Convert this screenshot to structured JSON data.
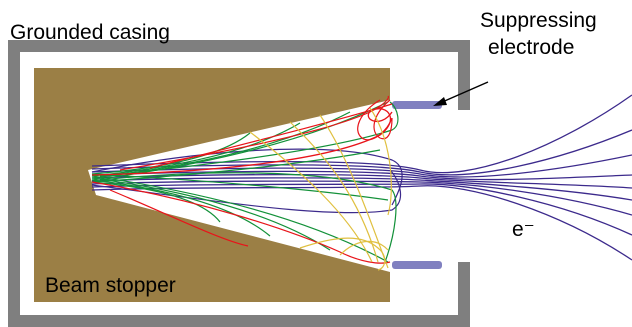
{
  "labels": {
    "casing": "Grounded casing",
    "suppressing_line1": "Suppressing",
    "suppressing_line2": "electrode",
    "stopper": "Beam stopper",
    "electron": "e⁻"
  },
  "colors": {
    "casing": "#7f7f7f",
    "stopper": "#9b7f45",
    "electrode": "#8080c0",
    "trajectories": {
      "red": "#e8141a",
      "yellow": "#e0c040",
      "green": "#139139",
      "purple": "#3c2a8c"
    }
  }
}
